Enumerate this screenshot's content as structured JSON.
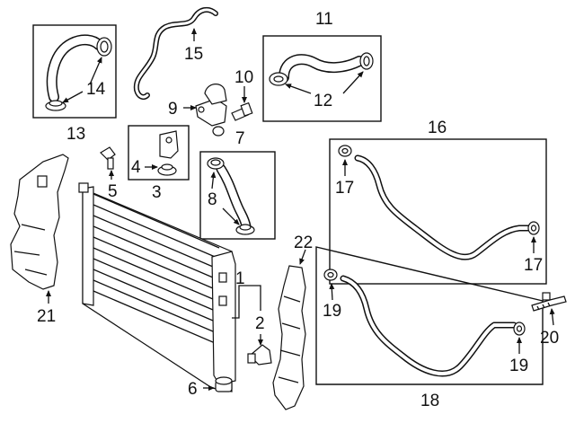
{
  "callouts": {
    "c1": "1",
    "c2": "2",
    "c3": "3",
    "c4": "4",
    "c5": "5",
    "c6": "6",
    "c7": "7",
    "c8": "8",
    "c9": "9",
    "c10": "10",
    "c11": "11",
    "c12": "12",
    "c13": "13",
    "c14": "14",
    "c15": "15",
    "c16": "16",
    "c17a": "17",
    "c17b": "17",
    "c18": "18",
    "c19a": "19",
    "c19b": "19",
    "c20": "20",
    "c21": "21",
    "c22": "22"
  },
  "colors": {
    "ink": "#111111",
    "background": "#ffffff"
  }
}
